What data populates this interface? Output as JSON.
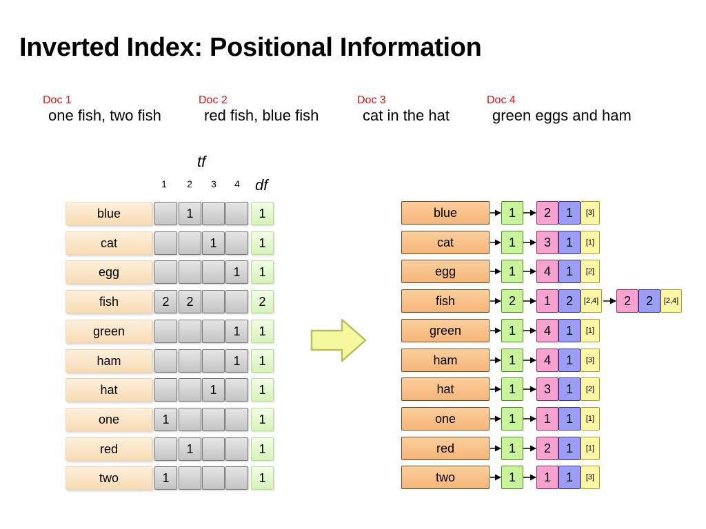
{
  "title": "Inverted Index: Positional Information",
  "documents": [
    {
      "label": "Doc 1",
      "text": "one fish, two fish"
    },
    {
      "label": "Doc 2",
      "text": "red fish, blue fish"
    },
    {
      "label": "Doc 3",
      "text": "cat in the hat"
    },
    {
      "label": "Doc 4",
      "text": "green eggs and ham"
    }
  ],
  "matrix": {
    "tf_label": "tf",
    "df_label": "df",
    "columns": [
      "1",
      "2",
      "3",
      "4"
    ],
    "rows": [
      {
        "term": "blue",
        "tf": [
          "",
          "1",
          "",
          ""
        ],
        "df": "1"
      },
      {
        "term": "cat",
        "tf": [
          "",
          "",
          "1",
          ""
        ],
        "df": "1"
      },
      {
        "term": "egg",
        "tf": [
          "",
          "",
          "",
          "1"
        ],
        "df": "1"
      },
      {
        "term": "fish",
        "tf": [
          "2",
          "2",
          "",
          ""
        ],
        "df": "2"
      },
      {
        "term": "green",
        "tf": [
          "",
          "",
          "",
          "1"
        ],
        "df": "1"
      },
      {
        "term": "ham",
        "tf": [
          "",
          "",
          "",
          "1"
        ],
        "df": "1"
      },
      {
        "term": "hat",
        "tf": [
          "",
          "",
          "1",
          ""
        ],
        "df": "1"
      },
      {
        "term": "one",
        "tf": [
          "1",
          "",
          "",
          ""
        ],
        "df": "1"
      },
      {
        "term": "red",
        "tf": [
          "",
          "1",
          "",
          ""
        ],
        "df": "1"
      },
      {
        "term": "two",
        "tf": [
          "1",
          "",
          "",
          ""
        ],
        "df": "1"
      }
    ]
  },
  "postings": [
    {
      "term": "blue",
      "df": "1",
      "postings": [
        {
          "doc": "2",
          "tf": "1",
          "pos": "[3]"
        }
      ]
    },
    {
      "term": "cat",
      "df": "1",
      "postings": [
        {
          "doc": "3",
          "tf": "1",
          "pos": "[1]"
        }
      ]
    },
    {
      "term": "egg",
      "df": "1",
      "postings": [
        {
          "doc": "4",
          "tf": "1",
          "pos": "[2]"
        }
      ]
    },
    {
      "term": "fish",
      "df": "2",
      "postings": [
        {
          "doc": "1",
          "tf": "2",
          "pos": "[2,4]"
        },
        {
          "doc": "2",
          "tf": "2",
          "pos": "[2,4]"
        }
      ]
    },
    {
      "term": "green",
      "df": "1",
      "postings": [
        {
          "doc": "4",
          "tf": "1",
          "pos": "[1]"
        }
      ]
    },
    {
      "term": "ham",
      "df": "1",
      "postings": [
        {
          "doc": "4",
          "tf": "1",
          "pos": "[3]"
        }
      ]
    },
    {
      "term": "hat",
      "df": "1",
      "postings": [
        {
          "doc": "3",
          "tf": "1",
          "pos": "[2]"
        }
      ]
    },
    {
      "term": "one",
      "df": "1",
      "postings": [
        {
          "doc": "1",
          "tf": "1",
          "pos": "[1]"
        }
      ]
    },
    {
      "term": "red",
      "df": "1",
      "postings": [
        {
          "doc": "2",
          "tf": "1",
          "pos": "[1]"
        }
      ]
    },
    {
      "term": "two",
      "df": "1",
      "postings": [
        {
          "doc": "1",
          "tf": "1",
          "pos": "[3]"
        }
      ]
    }
  ],
  "colors": {
    "doc_label": "#dd1111",
    "term_box": "#f8dcb4",
    "tf_cell": "#c4c4c4",
    "df_box": "#d6f3b8",
    "posting_term": "#f5b679",
    "posting_df": "#c9f49c",
    "posting_doc": "#f7a3cf",
    "posting_tf": "#9a9ff5",
    "posting_positions": "#fbf7a6",
    "arrow_fill": "#f7f7a0",
    "arrow_stroke": "#b4bf57"
  },
  "icons": {
    "transform_arrow": "right-arrow-icon",
    "pointer": "pointer-arrow-icon"
  }
}
